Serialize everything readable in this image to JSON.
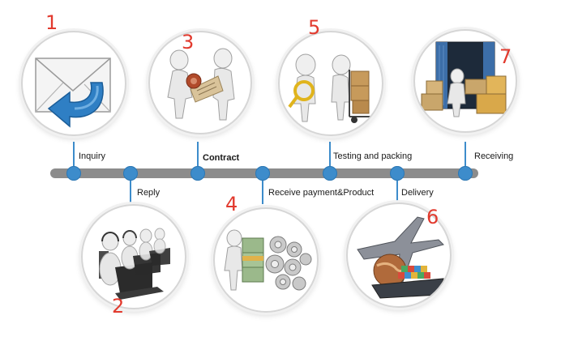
{
  "steps": [
    {
      "number": "1",
      "label": "Inquiry",
      "icon": "envelope-reply-icon"
    },
    {
      "number": "2",
      "label": "Reply",
      "icon": "call-center-icon"
    },
    {
      "number": "3",
      "label": "Contract",
      "icon": "handshake-contract-icon"
    },
    {
      "number": "4",
      "label": "Receive payment&Product",
      "icon": "money-gears-icon"
    },
    {
      "number": "5",
      "label": "Testing and packing",
      "icon": "inspect-and-pack-icon"
    },
    {
      "number": "6",
      "label": "Delivery",
      "icon": "plane-ship-globe-icon"
    },
    {
      "number": "7",
      "label": "Receiving",
      "icon": "container-boxes-icon"
    }
  ],
  "colors": {
    "timeline_bar": "#8c8c8c",
    "node": "#3d8ccb",
    "step_number": "#e23a2e",
    "label_text": "#1a1a1a"
  }
}
